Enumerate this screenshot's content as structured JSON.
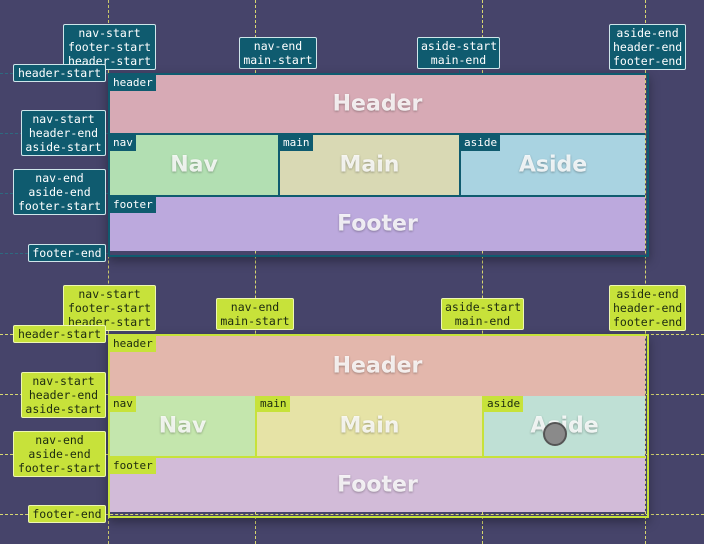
{
  "top": {
    "areas": {
      "header": "Header",
      "nav": "Nav",
      "main": "Main",
      "aside": "Aside",
      "footer": "Footer"
    },
    "tags": {
      "header": "header",
      "nav": "nav",
      "main": "main",
      "aside": "aside",
      "footer": "footer"
    },
    "col_labels": [
      [
        "nav-start",
        "footer-start",
        "header-start"
      ],
      [
        "nav-end",
        "main-start"
      ],
      [
        "aside-start",
        "main-end"
      ],
      [
        "aside-end",
        "header-end",
        "footer-end"
      ]
    ],
    "row_labels": [
      [
        "header-start"
      ],
      [
        "nav-start",
        "header-end",
        "aside-start"
      ],
      [
        "nav-end",
        "aside-end",
        "footer-start"
      ],
      [
        "footer-end"
      ]
    ]
  },
  "bottom": {
    "areas": {
      "header": "Header",
      "nav": "Nav",
      "main": "Main",
      "aside": "Aside",
      "footer": "Footer"
    },
    "tags": {
      "header": "header",
      "nav": "nav",
      "main": "main",
      "aside": "aside",
      "footer": "footer"
    },
    "col_labels": [
      [
        "nav-start",
        "footer-start",
        "header-start"
      ],
      [
        "nav-end",
        "main-start"
      ],
      [
        "aside-start",
        "main-end"
      ],
      [
        "aside-end",
        "header-end",
        "footer-end"
      ]
    ],
    "row_labels": [
      [
        "header-start"
      ],
      [
        "nav-start",
        "header-end",
        "aside-start"
      ],
      [
        "nav-end",
        "aside-end",
        "footer-start"
      ],
      [
        "footer-end"
      ]
    ]
  },
  "colors": {
    "teal": "#0f5b6f",
    "lime": "#c7e23a",
    "background": "#46446a"
  }
}
